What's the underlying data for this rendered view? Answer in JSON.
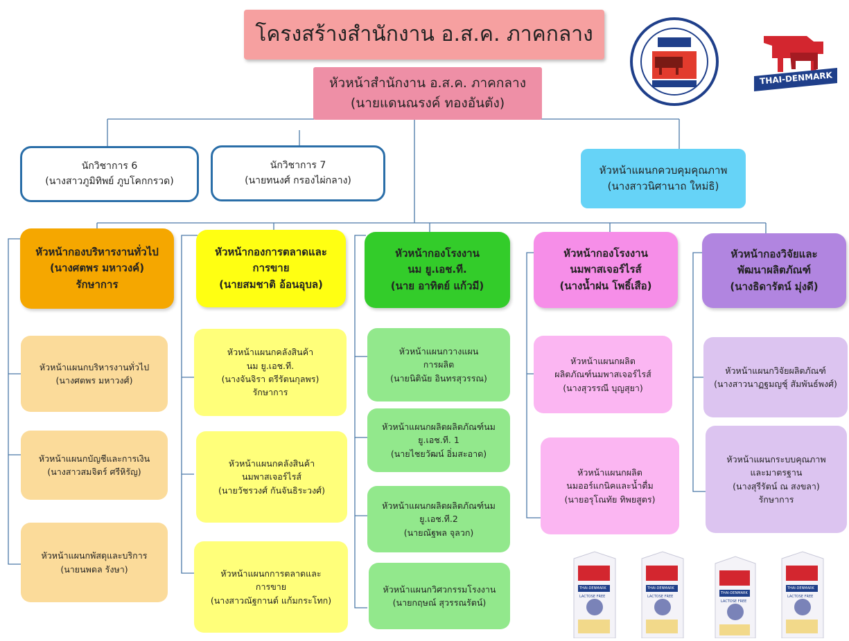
{
  "title": "โครงสร้างสำนักงาน อ.ส.ค. ภาคกลาง",
  "chief": {
    "role": "หัวหน้าสำนักงาน อ.ส.ค. ภาคกลาง",
    "name": "(นายแดนณรงค์ ทองอันตัง)"
  },
  "academics": [
    {
      "role": "นักวิชาการ 6",
      "name": "(นางสาวภูมิทิพย์ ภูบโคกกรวด)"
    },
    {
      "role": "นักวิชาการ 7",
      "name": "(นายทนงศ์ กรองไผ่กลาง)"
    }
  ],
  "quality": {
    "role": "หัวหน้าแผนกควบคุมคุณภาพ",
    "name": "(นางสาวนิศานาถ ใหม่ธิ)"
  },
  "departments": [
    {
      "lines": [
        "หัวหน้ากองบริหารงานทั่วไป",
        "(นางศตพร มหาวงค์)",
        "รักษาการ"
      ],
      "subs": [
        [
          "หัวหน้าแผนกบริหารงานทั่วไป",
          "(นางศตพร มหาวงศ์)"
        ],
        [
          "หัวหน้าแผนกบัญชีและการเงิน",
          "(นางสาวสมจิตร์ ศรีหิรัญ)"
        ],
        [
          "หัวหน้าแผนกพัสดุและบริการ",
          "(นายนพดล รังษา)"
        ]
      ]
    },
    {
      "lines": [
        "หัวหน้ากองการตลาดและ",
        "การขาย",
        "(นายสมชาติ อ้อนอุบล)"
      ],
      "subs": [
        [
          "หัวหน้าแผนกคลังสินค้า",
          "นม ยู.เอช.ที.",
          "(นางจันจิรา ตรีรัตนกุลพร)",
          "รักษาการ"
        ],
        [
          "หัวหน้าแผนกคลังสินค้า",
          "นมพาสเจอร์ไรส์",
          "(นายวัชรวงศ์ กันจันธิระวงศ์)"
        ],
        [
          "หัวหน้าแผนกการตลาดและ",
          "การขาย",
          "(นางสาวณัฐกานต์ แก้มกระโทก)"
        ]
      ]
    },
    {
      "lines": [
        "หัวหน้ากองโรงงาน",
        "นม ยู.เอช.ที.",
        "(นาย อาทิตย์ แก้วมี)"
      ],
      "subs": [
        [
          "หัวหน้าแผนกวางแผน",
          "การผลิต",
          "(นายนิตินัย อินทรสุวรรณ)"
        ],
        [
          "หัวหน้าแผนกผลิตผลิตภัณฑ์นม",
          "ยู.เอช.ที. 1",
          "(นายไชยวัฒน์ อิ่มสะอาด)"
        ],
        [
          "หัวหน้าแผนกผลิตผลิตภัณฑ์นม",
          "ยู.เอช.ที.2",
          "(นายณัฐพล จุลวก)"
        ],
        [
          "หัวหน้าแผนกวิศวกรรมโรงงาน",
          "(นายกฤษณ์ สุวรรณรัตน์)"
        ]
      ]
    },
    {
      "lines": [
        "หัวหน้ากองโรงงาน",
        "นมพาสเจอร์ไรส์",
        "(นางน้ำฝน โพธิ์เสือ)"
      ],
      "subs": [
        [
          "หัวหน้าแผนกผลิต",
          "ผลิตภัณฑ์นมพาสเจอร์ไรส์",
          "(นางสุวรรณี บุญสุยา)"
        ],
        [
          "หัวหน้าแผนกผลิต",
          "นมออร์แกนิคและน้ำดื่ม",
          "(นายอรุโณทัย ทิพยสูตร)"
        ]
      ]
    },
    {
      "lines": [
        "หัวหน้ากองวิจัยและ",
        "พัฒนาผลิตภัณฑ์",
        "(นางธิดารัตน์ มุ่งดี)"
      ],
      "subs": [
        [
          "หัวหน้าแผนกวิจัยผลิตภัณฑ์",
          "(นางสาวนาฏฐมญชุ์ สัมพันธ์พงศ์)"
        ],
        [
          "หัวหน้าแผนกระบบคุณภาพ",
          "และมาตรฐาน",
          "(นางสุรีรัตน์ ณ สงขลา)",
          "รักษาการ"
        ]
      ]
    }
  ],
  "brand": {
    "logo_text": "THAI-DENMARK",
    "carton_brand": "THAI-DENMARK",
    "carton_label": "LACTOSE FREE"
  },
  "colors": {
    "title": "#f6a0a0",
    "chief": "#ee8fa6",
    "quality": "#66d3f7",
    "dept_orange": "#f5a700",
    "dept_yellow": "#ffff12",
    "dept_green": "#33cc2a",
    "dept_pink": "#f68ee8",
    "dept_purple": "#b185e0",
    "brand_red": "#d3262f"
  }
}
